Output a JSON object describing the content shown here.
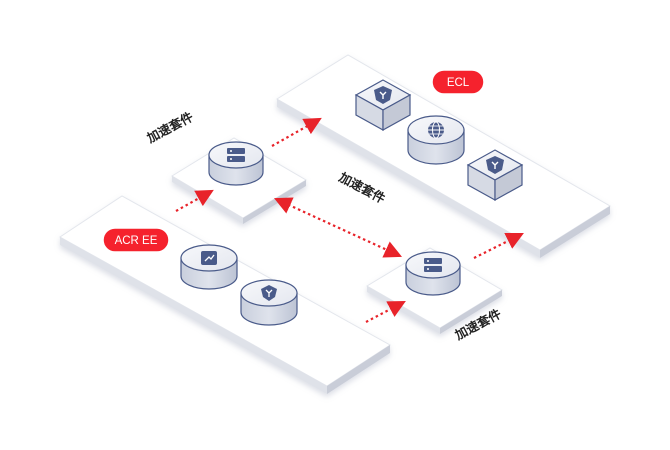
{
  "badges": {
    "ecl": "ECL",
    "acr_ee": "ACR EE"
  },
  "labels": {
    "accel_suite_top_left": "加速套件",
    "accel_suite_middle": "加速套件",
    "accel_suite_bottom_right": "加速套件"
  },
  "colors": {
    "badge_red": "#f5222d",
    "arrow_red": "#e8232a",
    "icon_blue": "#4a5b8a",
    "platform_light": "#f4f5f8",
    "platform_side": "#dcdfe6"
  },
  "icons": {
    "ecl_box_1": "shield-y-icon",
    "ecl_globe": "globe-icon",
    "ecl_box_2": "shield-y-icon",
    "acr_box": "arrow-icon",
    "acr_shield": "shield-y-icon",
    "suite_server_1": "server-icon",
    "suite_server_2": "server-icon"
  }
}
